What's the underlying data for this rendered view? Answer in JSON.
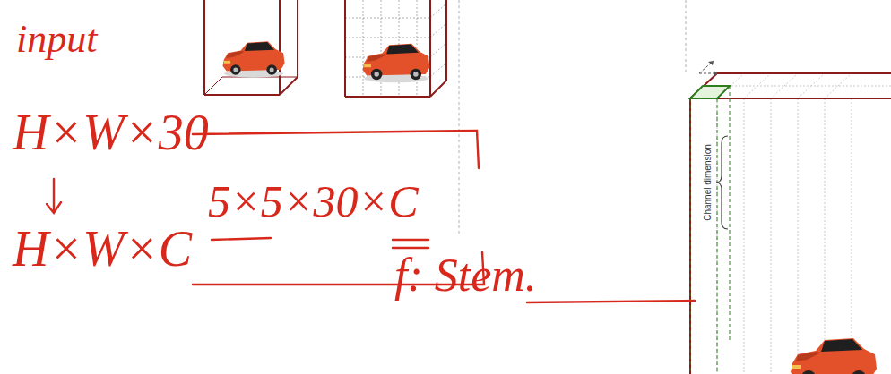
{
  "diagram": {
    "labels": [
      "input",
      "H×W×30",
      "H×W×C",
      "5×5×30×C",
      "f: Stem.",
      "Channel dimension"
    ]
  }
}
